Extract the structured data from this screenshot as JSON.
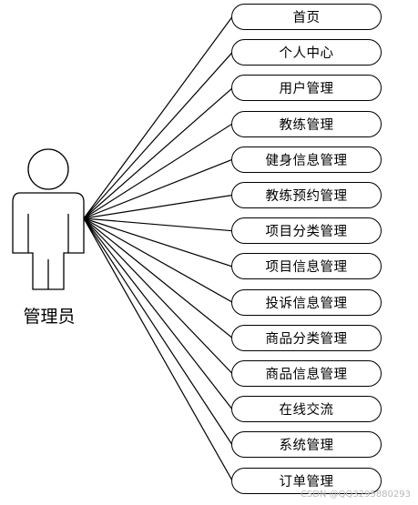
{
  "actor": {
    "label": "管理员"
  },
  "use_cases": [
    {
      "label": "首页"
    },
    {
      "label": "个人中心"
    },
    {
      "label": "用户管理"
    },
    {
      "label": "教练管理"
    },
    {
      "label": "健身信息管理"
    },
    {
      "label": "教练预约管理"
    },
    {
      "label": "项目分类管理"
    },
    {
      "label": "项目信息管理"
    },
    {
      "label": "投诉信息管理"
    },
    {
      "label": "商品分类管理"
    },
    {
      "label": "商品信息管理"
    },
    {
      "label": "在线交流"
    },
    {
      "label": "系统管理"
    },
    {
      "label": "订单管理"
    }
  ],
  "watermark": "CSDN @QQ3295880293"
}
